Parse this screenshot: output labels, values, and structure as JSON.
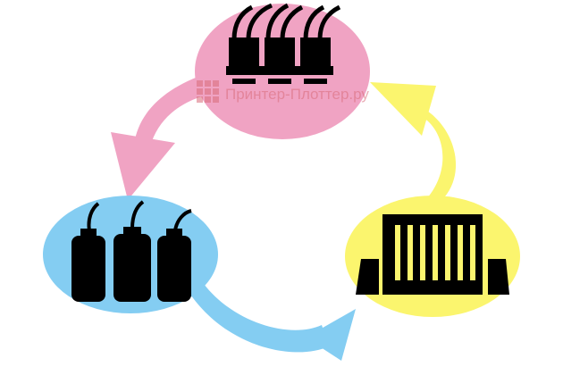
{
  "watermark": {
    "text": "Принтер-Плоттер.ру",
    "color": "#d96b7a"
  },
  "colors": {
    "pink": "#f0a3c3",
    "blue": "#84cdf2",
    "yellow": "#fbf56e",
    "icon": "#000000"
  },
  "nodes": [
    {
      "name": "print-heads-node",
      "icon": "print-heads-icon",
      "color": "pink"
    },
    {
      "name": "ink-bottles-node",
      "icon": "ink-bottles-icon",
      "color": "blue"
    },
    {
      "name": "printer-node",
      "icon": "printer-icon",
      "color": "yellow"
    }
  ],
  "cycle": [
    "print-heads-node -> ink-bottles-node",
    "ink-bottles-node -> printer-node",
    "printer-node -> print-heads-node"
  ]
}
